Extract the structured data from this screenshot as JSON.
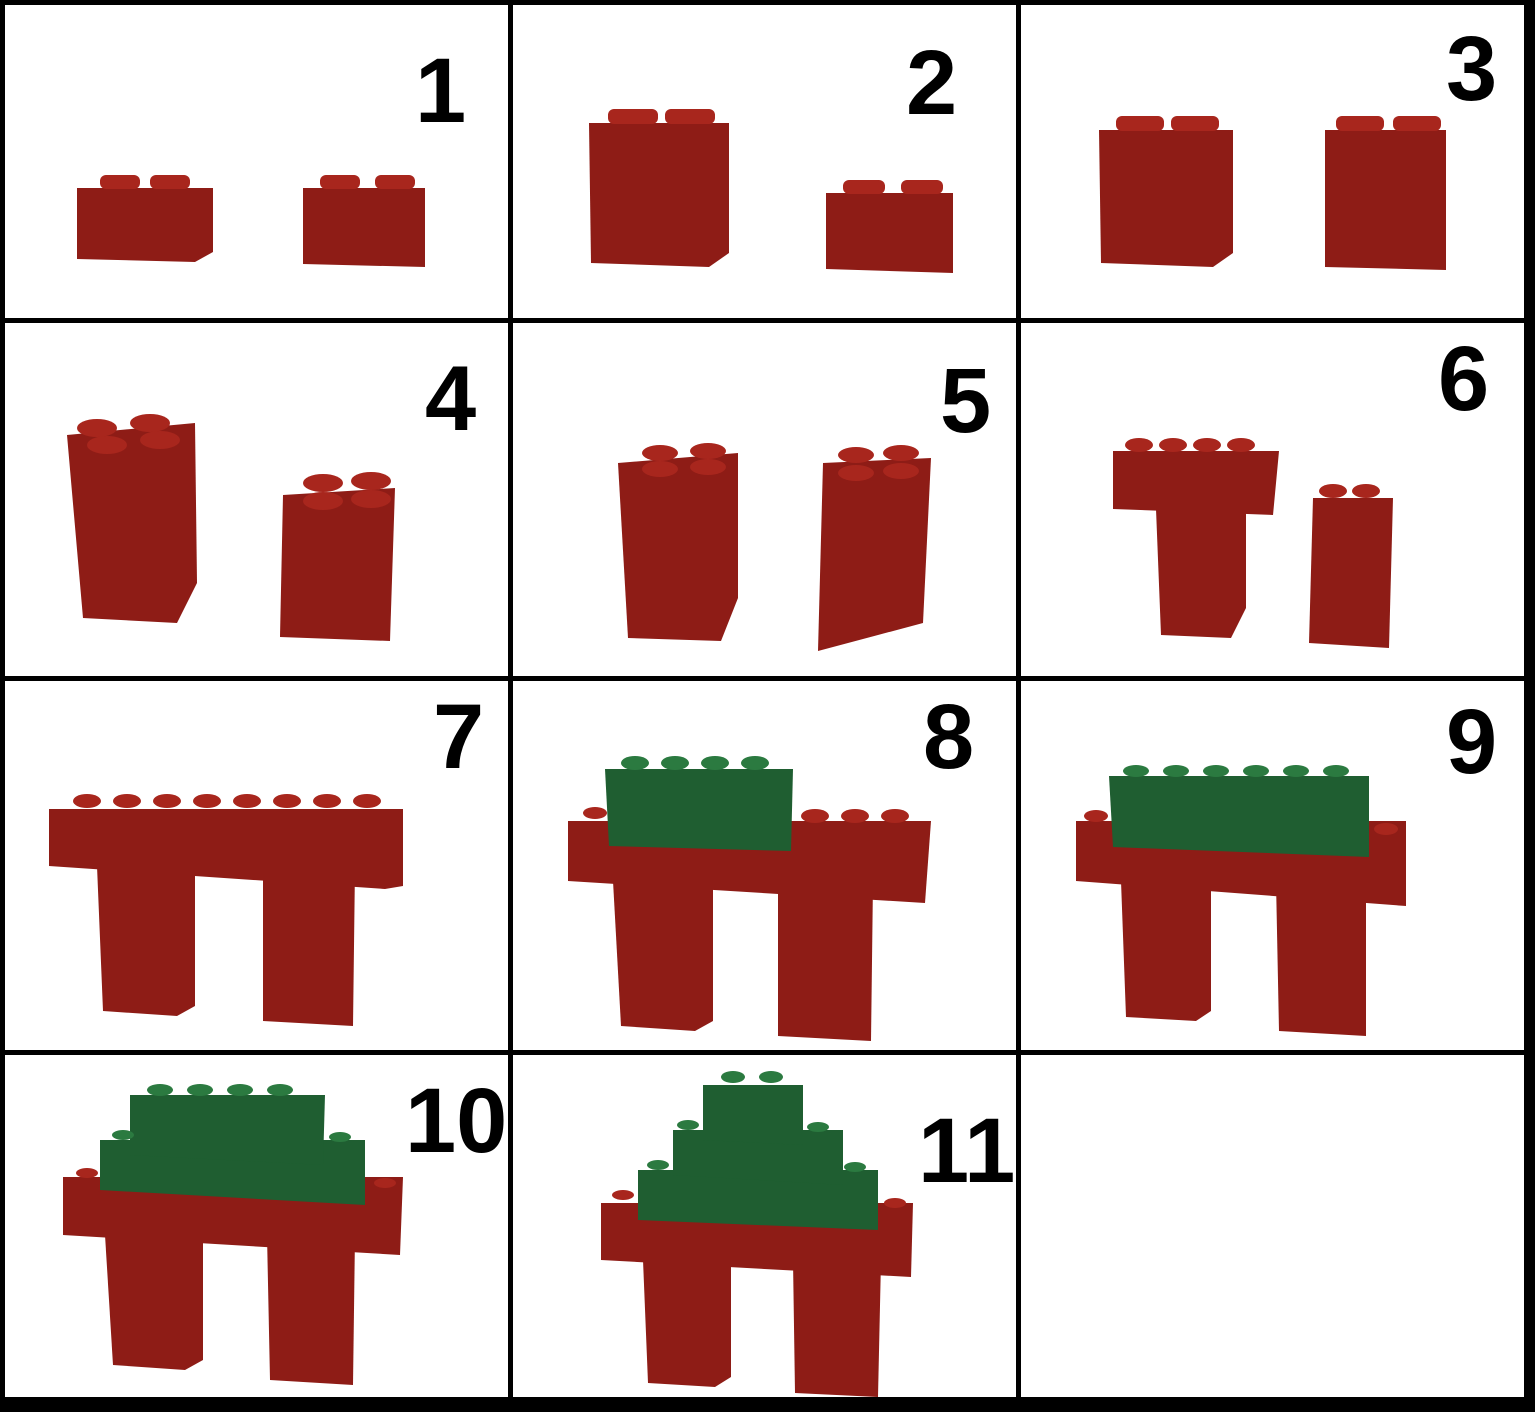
{
  "steps": [
    {
      "label": "1"
    },
    {
      "label": "2"
    },
    {
      "label": "3"
    },
    {
      "label": "4"
    },
    {
      "label": "5"
    },
    {
      "label": "6"
    },
    {
      "label": "7"
    },
    {
      "label": "8"
    },
    {
      "label": "9"
    },
    {
      "label": "10"
    },
    {
      "label": "11"
    },
    {
      "label": ""
    }
  ],
  "colors": {
    "red": "#8e1c16",
    "green": "#1f5e31",
    "border": "#000000"
  }
}
